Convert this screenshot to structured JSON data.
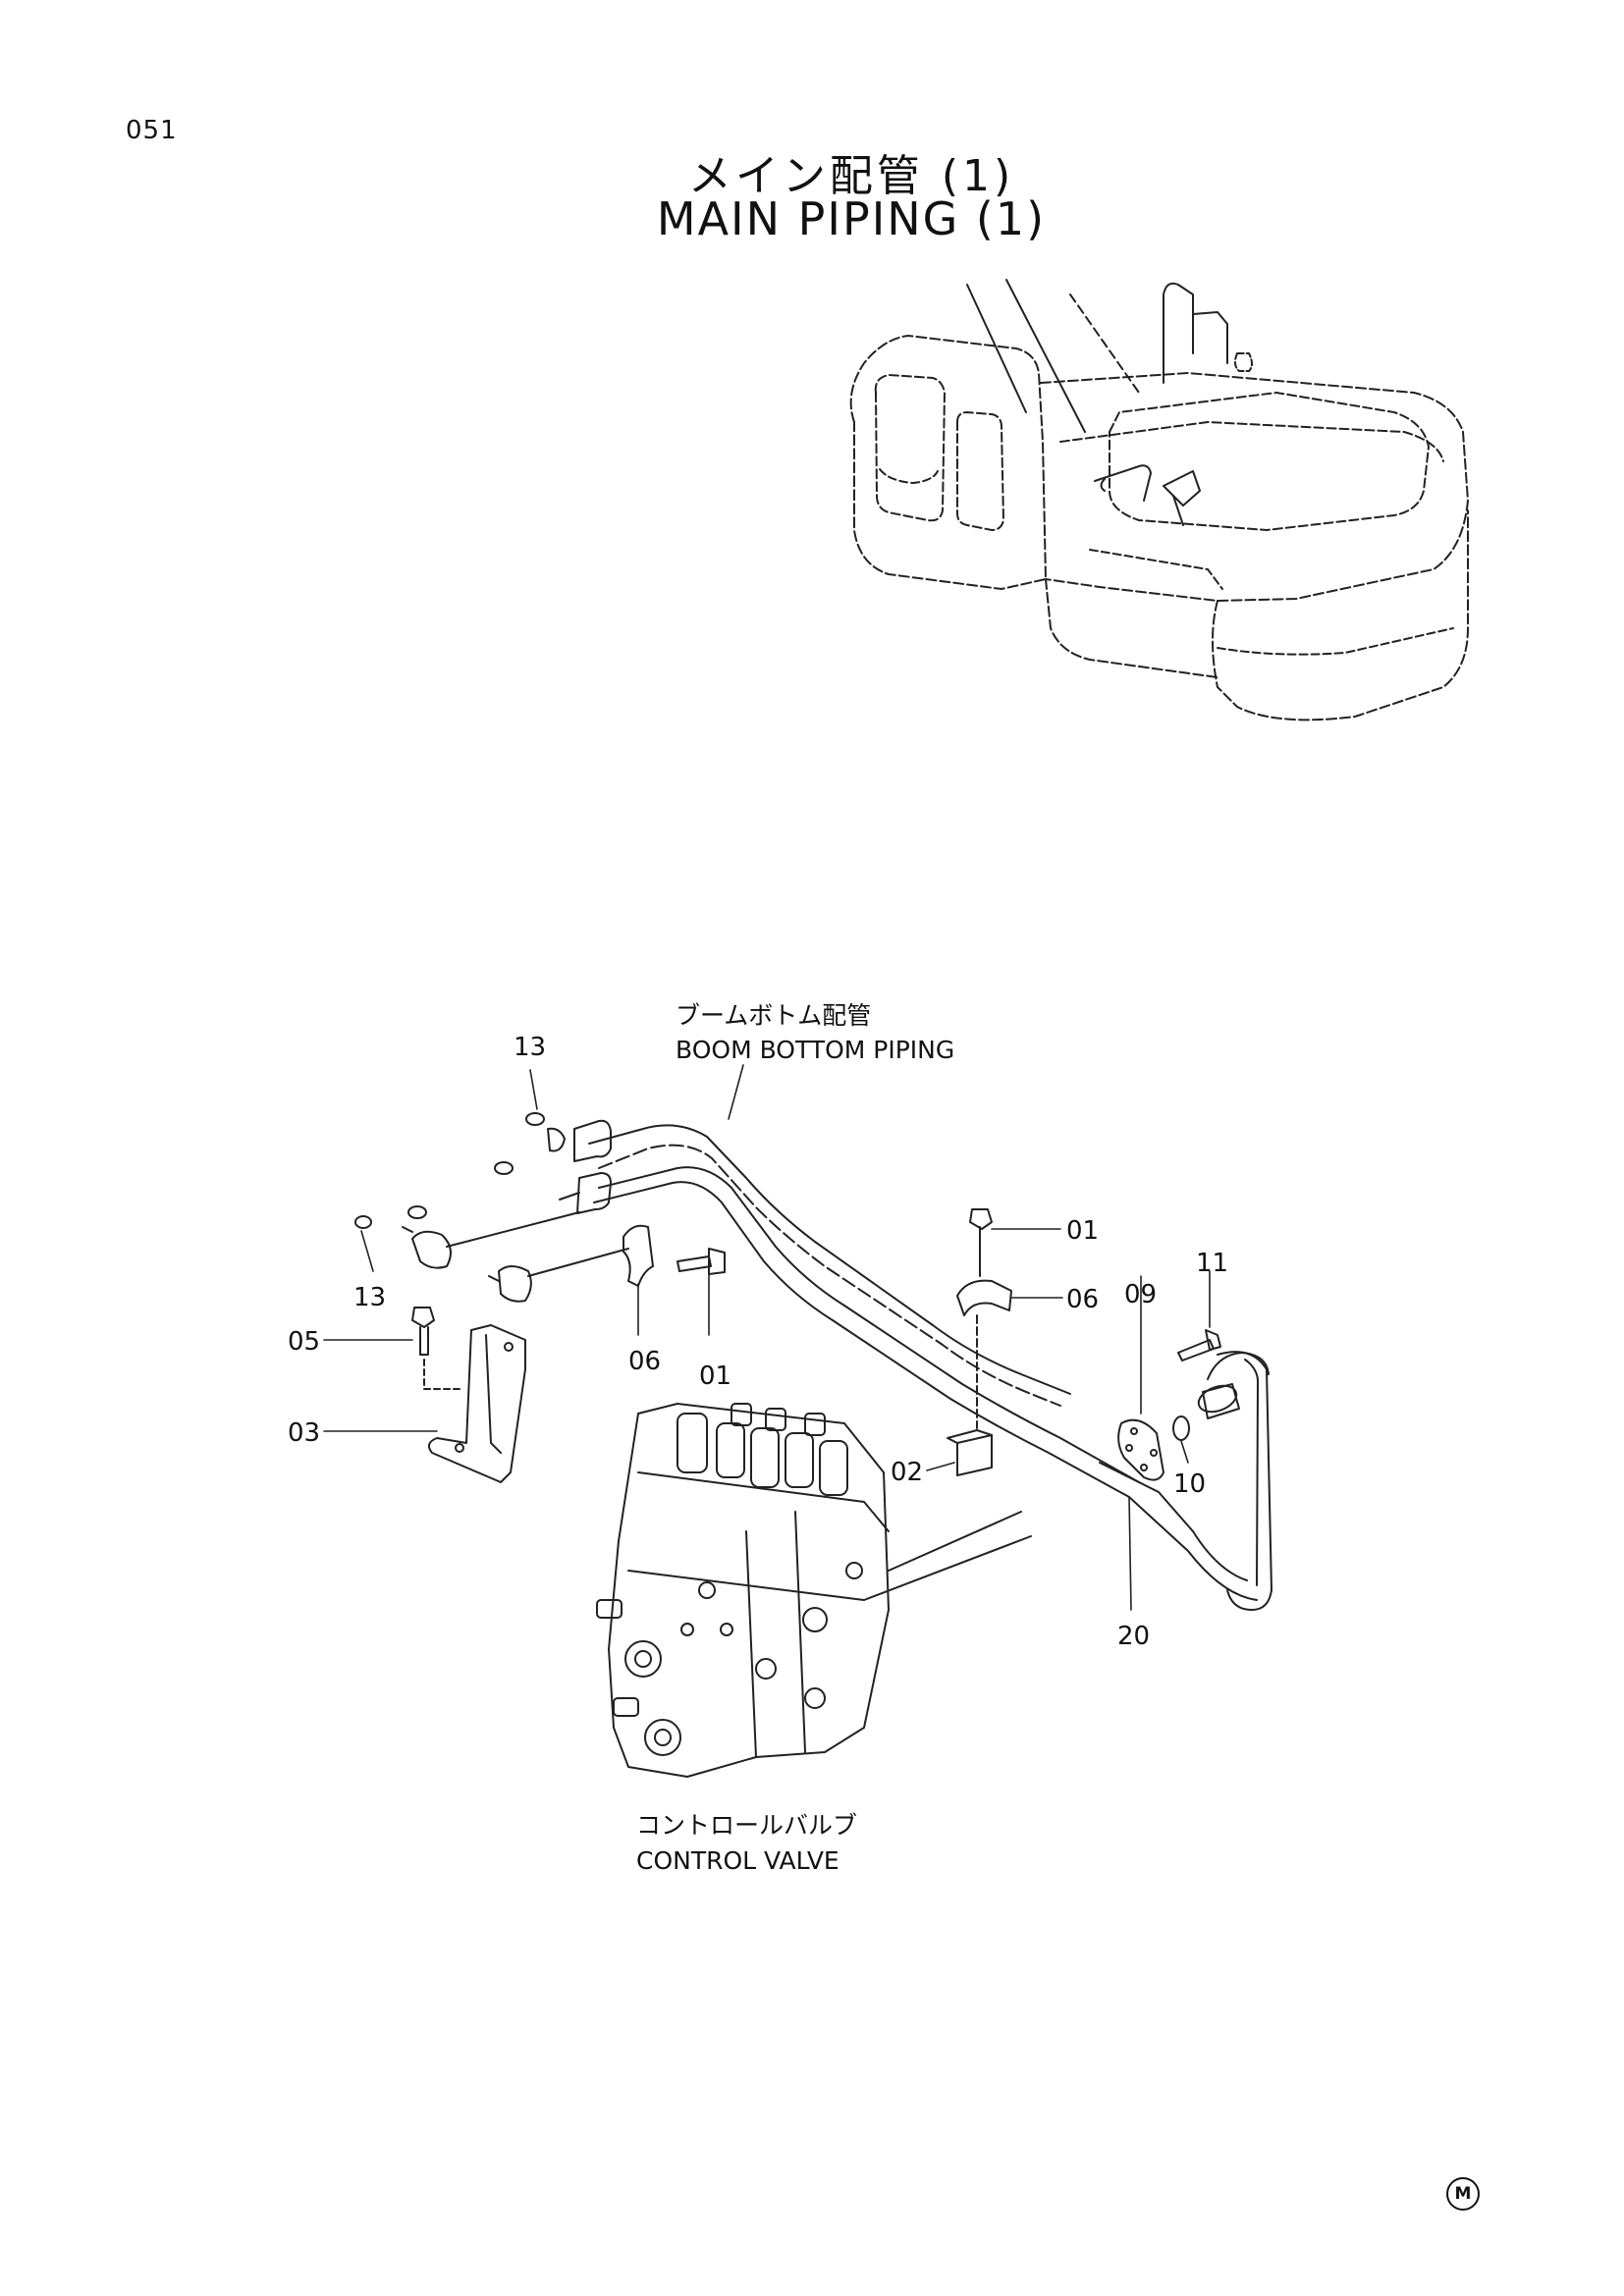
{
  "page_number": "051",
  "title": {
    "japanese": "メイン配管 (1)",
    "english": "MAIN PIPING (1)"
  },
  "labels": {
    "boom_bottom_piping_jp": "ブームボトム配管",
    "boom_bottom_piping_en": "BOOM BOTTOM PIPING",
    "control_valve_jp": "コントロールバルブ",
    "control_valve_en": "CONTROL VALVE"
  },
  "callouts": {
    "c13_top": "13",
    "c13_left": "13",
    "c05": "05",
    "c03": "03",
    "c06_mid": "06",
    "c01_mid": "01",
    "c01_right": "01",
    "c06_right": "06",
    "c09": "09",
    "c11": "11",
    "c10": "10",
    "c02": "02",
    "c20": "20"
  },
  "corner_mark": "M"
}
